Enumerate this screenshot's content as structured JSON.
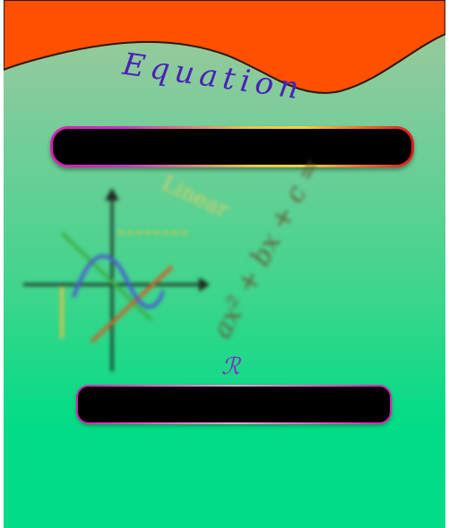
{
  "header": {
    "title": "Equation",
    "accent_color": "#ff4f00",
    "title_color": "#4b21b8"
  },
  "illustration": {
    "icon": "graph-axes-icon",
    "linear_label": "Linear",
    "formula": "ax² + bx + c = 0"
  },
  "symbol": {
    "text": "ℛ"
  }
}
